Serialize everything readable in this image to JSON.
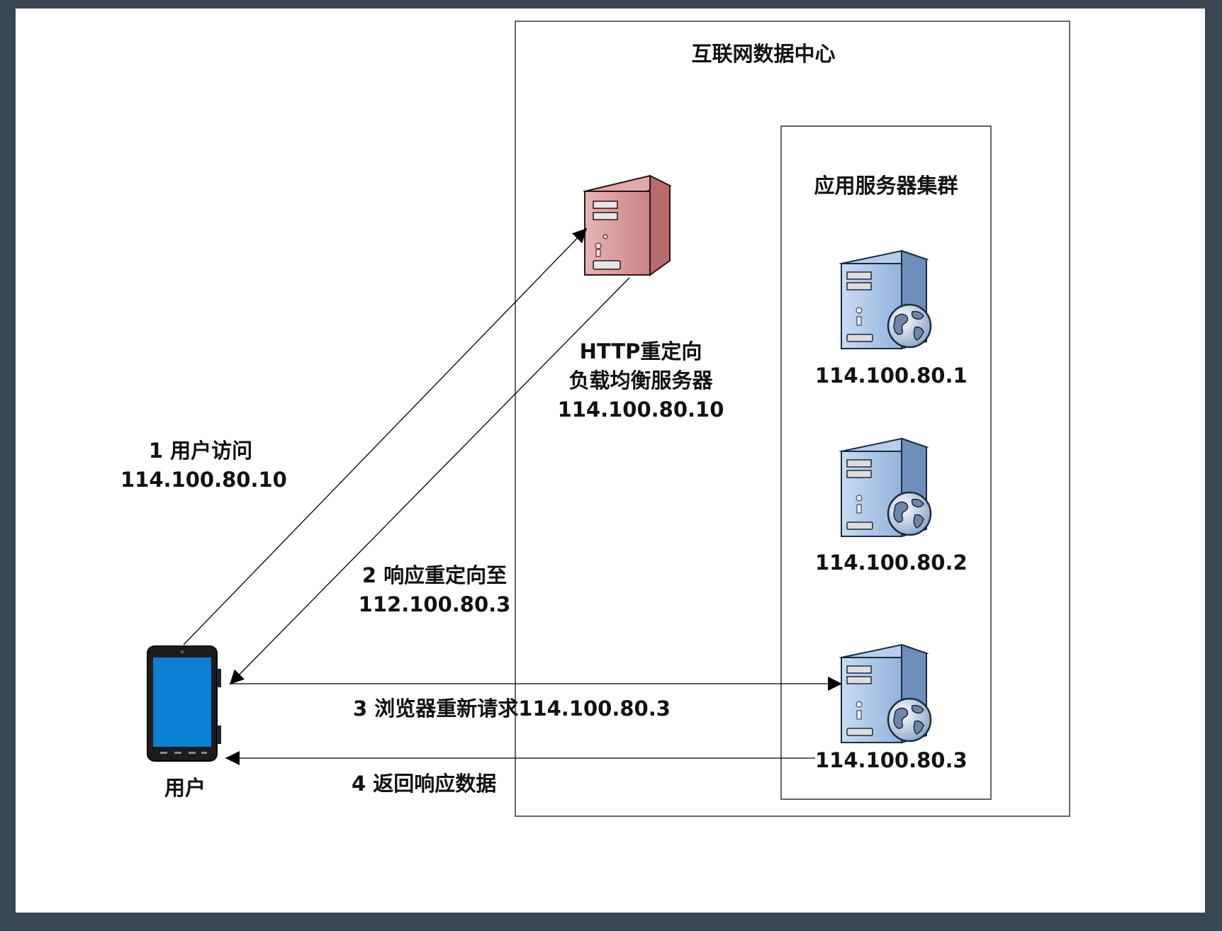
{
  "datacenter": {
    "title": "互联网数据中心"
  },
  "cluster": {
    "title": "应用服务器集群"
  },
  "load_balancer": {
    "line1": "HTTP重定向",
    "line2": "负载均衡服务器",
    "ip": "114.100.80.10"
  },
  "app_servers": [
    {
      "ip": "114.100.80.1"
    },
    {
      "ip": "114.100.80.2"
    },
    {
      "ip": "114.100.80.3"
    }
  ],
  "user": {
    "label": "用户"
  },
  "steps": {
    "step1_line1": "1 用户访问",
    "step1_line2": "114.100.80.10",
    "step2_line1": "2 响应重定向至",
    "step2_line2": "112.100.80.3",
    "step3": "3 浏览器重新请求114.100.80.3",
    "step4": "4 返回响应数据"
  },
  "colors": {
    "lb_server": "#c98383",
    "app_server": "#93b2dc",
    "phone_screen": "#0a7fd3",
    "background": "#3b4653"
  },
  "icons": [
    "load-balancer-server-icon",
    "app-server-icon",
    "globe-icon",
    "tablet-icon"
  ]
}
